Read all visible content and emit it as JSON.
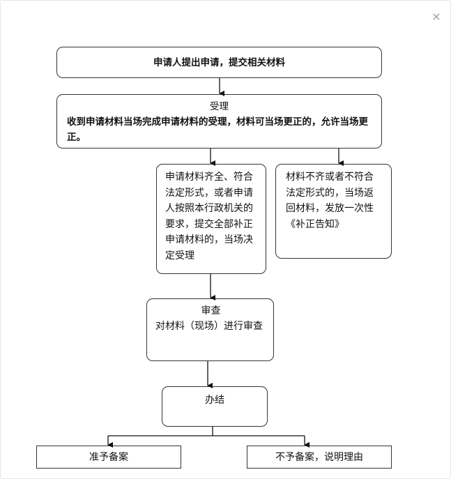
{
  "dialog": {
    "close_glyph": "×"
  },
  "flowchart": {
    "step1": {
      "text": "申请人提出申请，提交相关材料"
    },
    "step2": {
      "title": "受理",
      "text": "收到申请材料当场完成申请材料的受理，材料可当场更正的，允许当场更正。"
    },
    "step3a": {
      "text": "申请材料齐全、符合法定形式，或者申请人按照本行政机关的要求，提交全部补正申请材料的，当场决定受理"
    },
    "step3b": {
      "text": "材料不齐或者不符合法定形式的，当场返回材料，发放一次性《补正告知》"
    },
    "step4": {
      "title": "审查",
      "text": "对材料（现场）进行审查"
    },
    "step5": {
      "text": "办结"
    },
    "result_approve": {
      "text": "准予备案"
    },
    "result_reject": {
      "text": "不予备案，说明理由"
    }
  }
}
